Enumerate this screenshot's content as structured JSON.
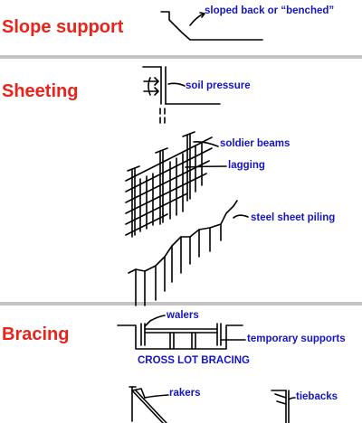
{
  "colors": {
    "heading": "#e8241b",
    "label": "#1414c8",
    "ink": "#000000",
    "divider": "#c4c4c4"
  },
  "sections": {
    "slope": {
      "title": "Slope support",
      "labels": {
        "benched": "sloped back or “benched”"
      }
    },
    "sheeting": {
      "title": "Sheeting",
      "labels": {
        "soil_pressure": "soil pressure",
        "soldier_beams": "soldier beams",
        "lagging": "lagging",
        "sheet_piling": "steel sheet piling"
      }
    },
    "bracing": {
      "title": "Bracing",
      "labels": {
        "walers": "walers",
        "temporary_supports": "temporary supports",
        "cross_lot": "CROSS LOT BRACING",
        "rakers": "rakers",
        "tiebacks": "tiebacks"
      }
    }
  }
}
